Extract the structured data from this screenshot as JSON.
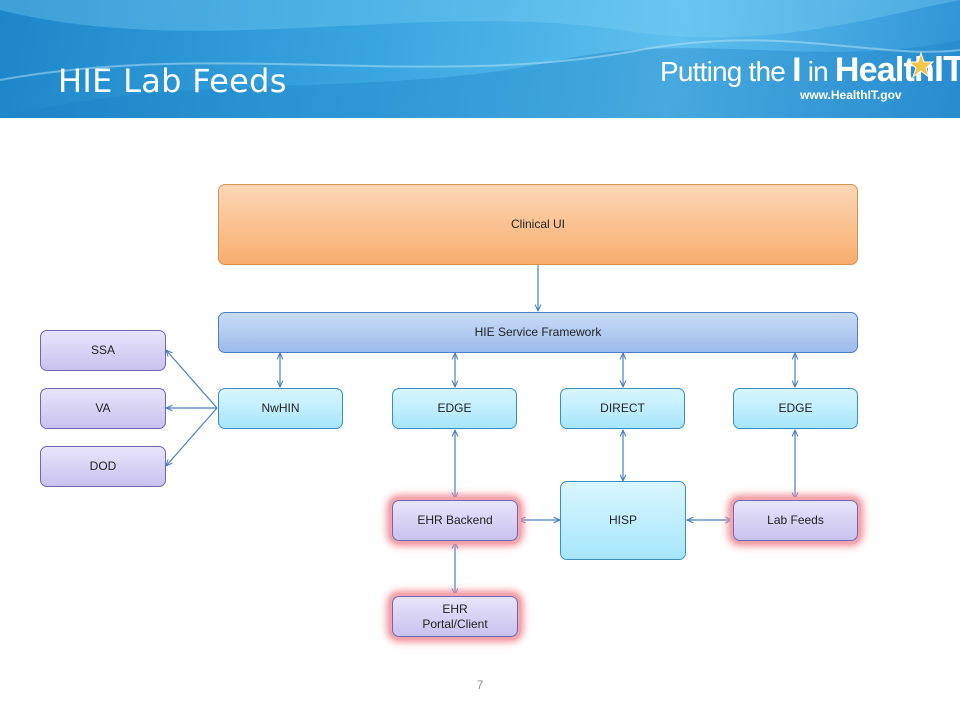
{
  "header": {
    "title": "HIE Lab Feeds",
    "logo_prefix": "Putting the ",
    "logo_i": "I",
    "logo_in": " in ",
    "logo_health": "Health",
    "logo_it": "IT",
    "logo_url": "www.HealthIT.gov"
  },
  "diagram": {
    "clinical_ui": "Clinical UI",
    "framework": "HIE Service Framework",
    "ssa": "SSA",
    "va": "VA",
    "dod": "DOD",
    "nwhin": "NwHIN",
    "edge1": "EDGE",
    "direct": "DIRECT",
    "edge2": "EDGE",
    "ehr_backend": "EHR Backend",
    "hisp": "HISP",
    "lab_feeds": "Lab Feeds",
    "ehr_portal": "EHR\nPortal/Client"
  },
  "footer": {
    "page_number": "7"
  },
  "colors": {
    "connector": "#4a7ebb",
    "banner": "#2f93d4"
  }
}
